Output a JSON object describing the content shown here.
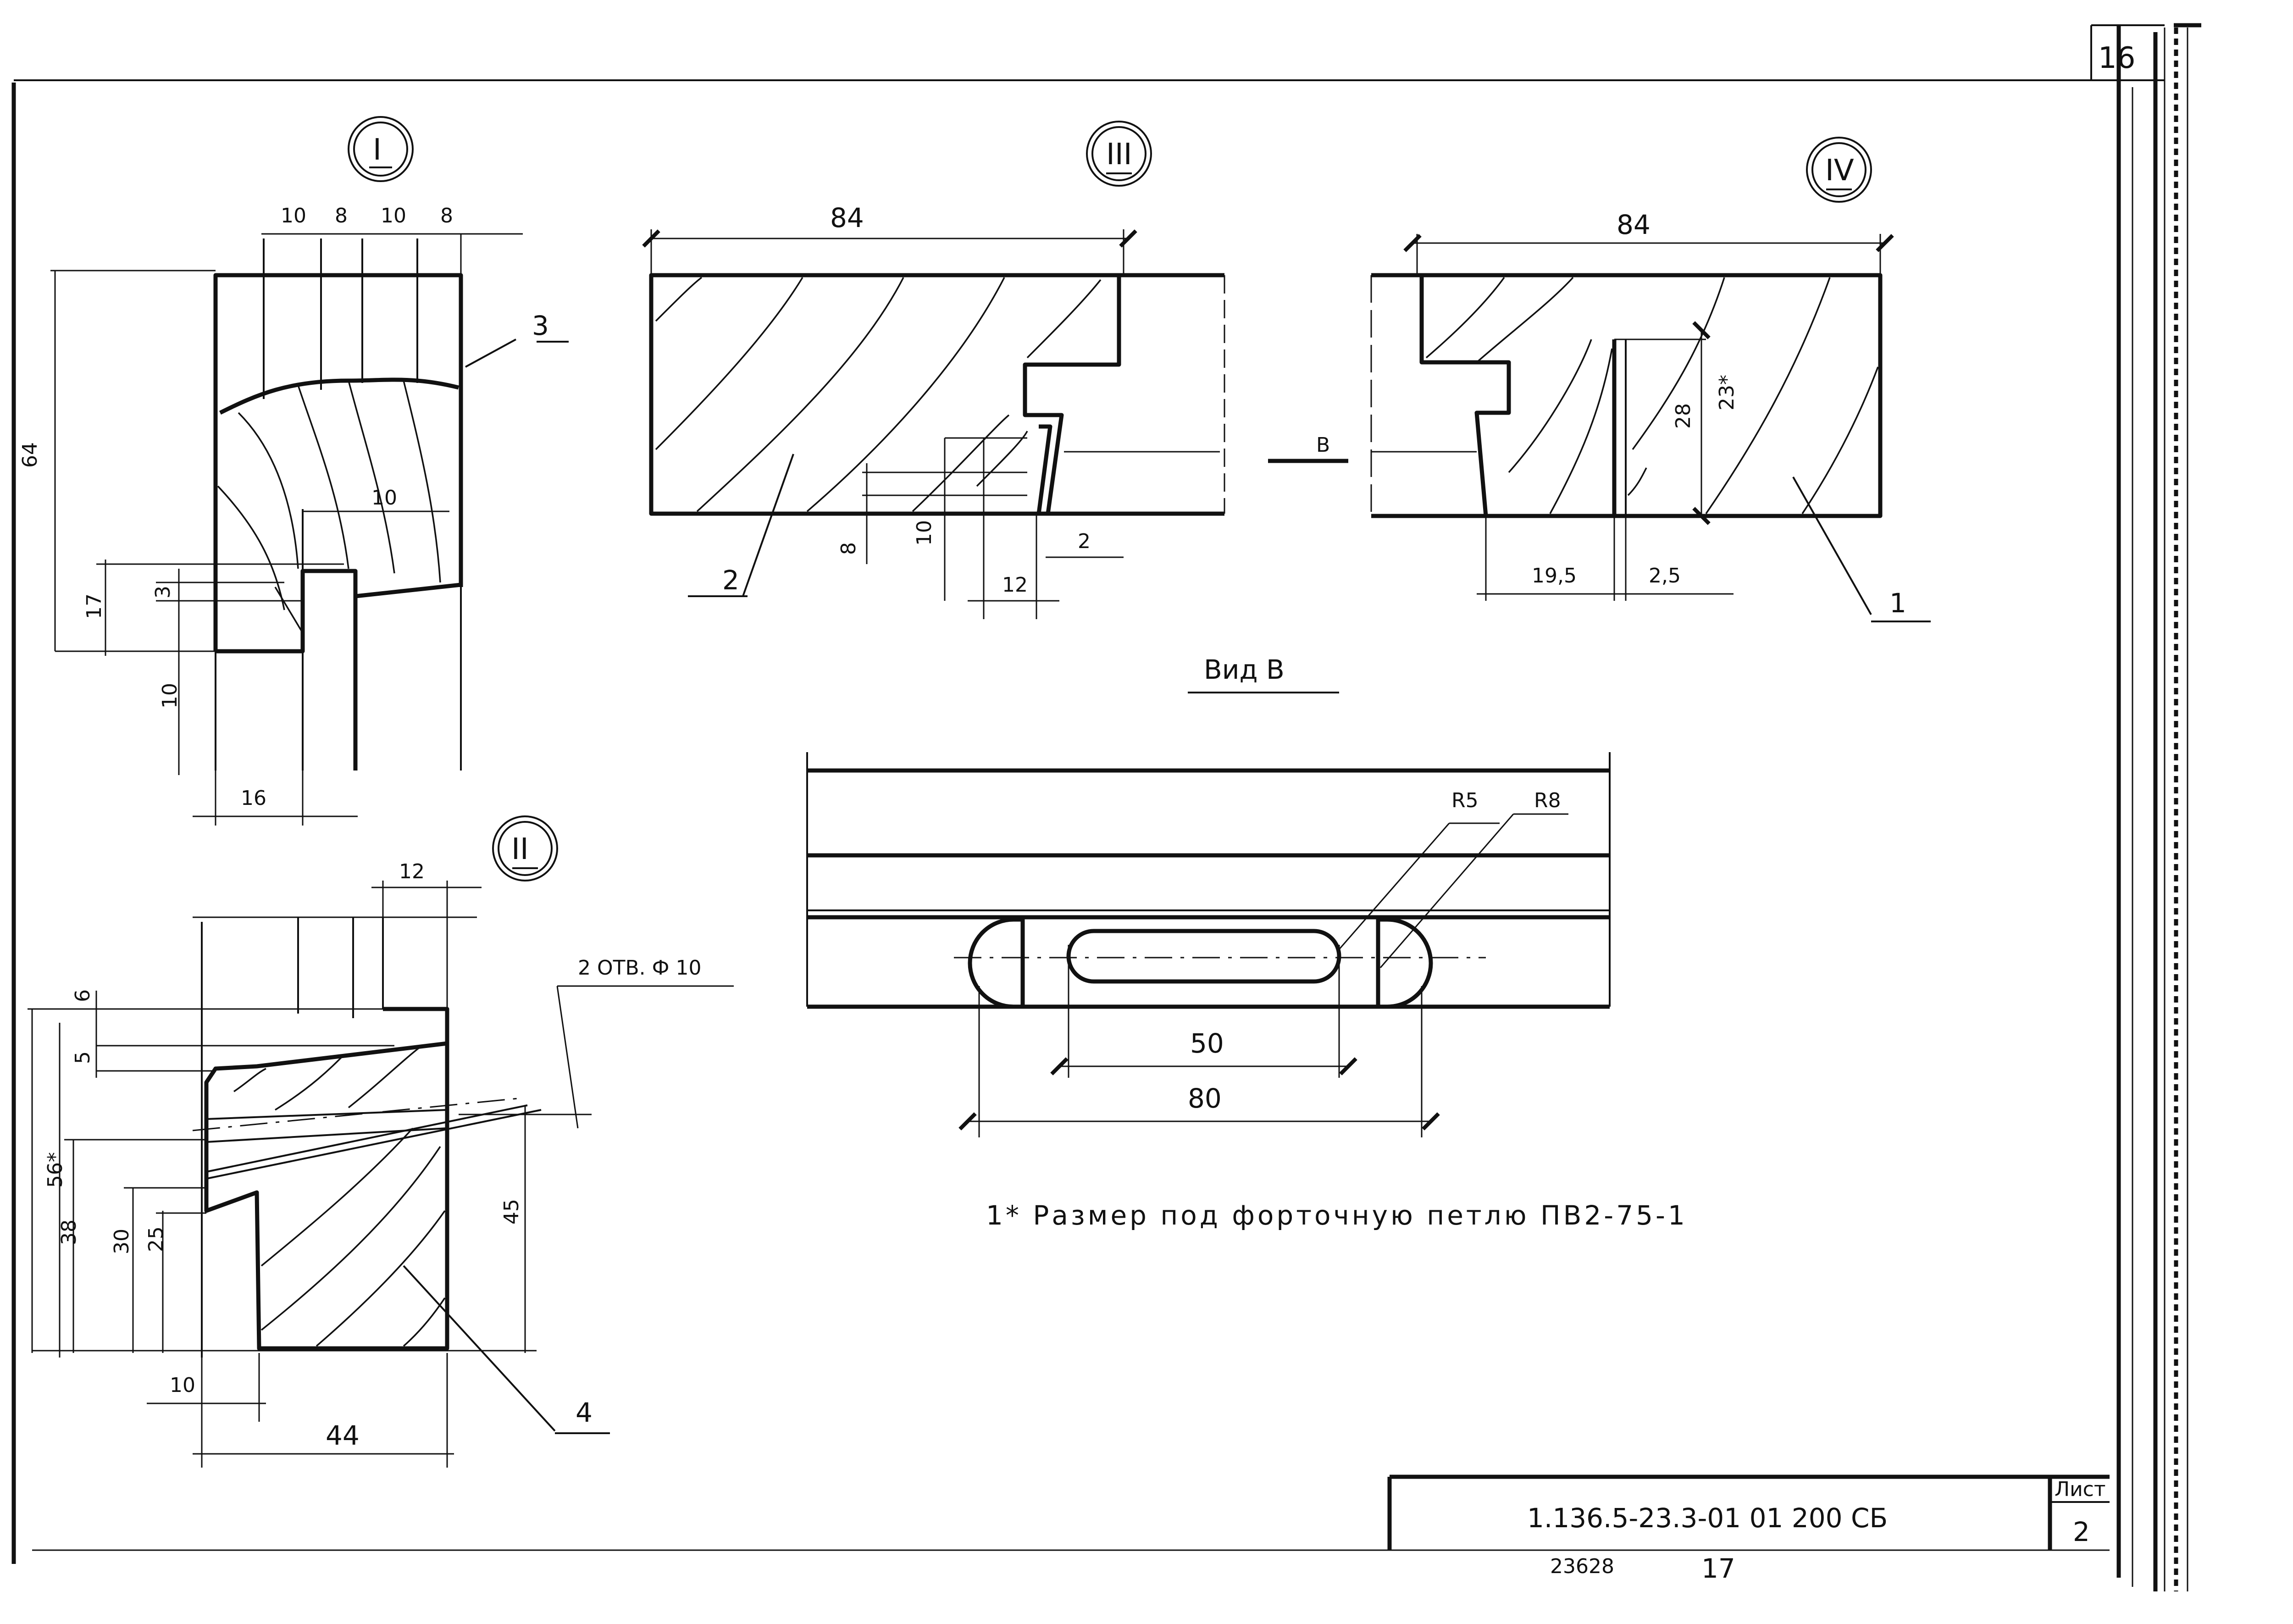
{
  "sheet_corner_number": "16",
  "views": {
    "v1": {
      "label": "I"
    },
    "v2": {
      "label": "II"
    },
    "v3": {
      "label": "III"
    },
    "v4": {
      "label": "IV"
    }
  },
  "view_b": {
    "title": "Вид В",
    "marker": "B"
  },
  "dims": {
    "v1_top": [
      "10",
      "8",
      "10",
      "8"
    ],
    "v1_inner": "10",
    "v1_side": [
      "3",
      "17",
      "10"
    ],
    "v1_bottom": "16",
    "v1_left_vertical": "64",
    "v3_top": "84",
    "v3_low": [
      "8",
      "10",
      "2",
      "12"
    ],
    "v4_top": "84",
    "v4_vert": [
      "28",
      "23*"
    ],
    "v4_bottom": [
      "19,5",
      "2,5"
    ],
    "v2_top": "12",
    "v2_left": [
      "6",
      "5",
      "56*",
      "38",
      "30",
      "25"
    ],
    "v2_right": "45",
    "v2_bottom": [
      "10",
      "44"
    ],
    "vb_radii": [
      "R5",
      "R8"
    ],
    "vb_bottom": [
      "50",
      "80"
    ]
  },
  "callouts": {
    "n1": "1",
    "n2": "2",
    "n3": "3",
    "n4": "4"
  },
  "holes_note": "2 ОТВ. Ф 10",
  "footnote": "1* Размер под форточную петлю ПВ2-75-1",
  "title_block": {
    "designation": "1.136.5-23.3-01 01 200 СБ",
    "sheet_label": "Лист",
    "sheet_number": "2"
  },
  "bottom_numbers": {
    "archive": "23628",
    "page": "17"
  }
}
